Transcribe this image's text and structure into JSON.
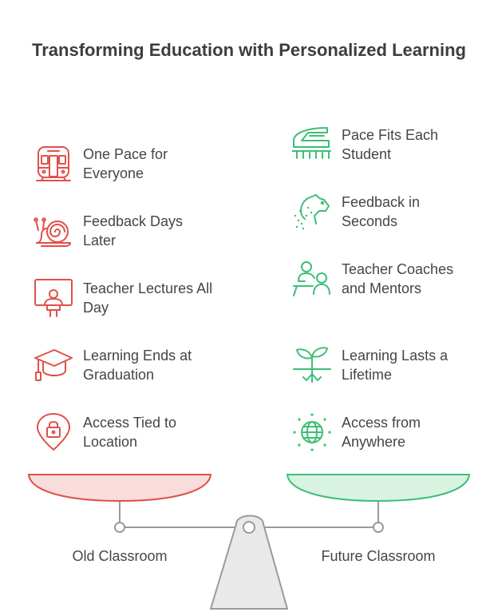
{
  "title": "Transforming Education with Personalized Learning",
  "colors": {
    "old": "#e0504a",
    "old_fill": "#f9dcdb",
    "future": "#3cbf76",
    "future_fill": "#d8f3e2",
    "fulcrum": "#e9e9e9",
    "stroke": "#9a9a9a",
    "text": "#454545"
  },
  "old_items": [
    {
      "label": "One Pace for Everyone",
      "icon": "train-icon"
    },
    {
      "label": "Feedback Days Later",
      "icon": "snail-icon"
    },
    {
      "label": "Teacher Lectures All Day",
      "icon": "lecturer-board-icon"
    },
    {
      "label": "Learning Ends at Graduation",
      "icon": "graduation-cap-icon"
    },
    {
      "label": "Access Tied to Location",
      "icon": "location-lock-icon"
    }
  ],
  "future_items": [
    {
      "label": "Pace Fits Each Student",
      "icon": "bullet-train-icon"
    },
    {
      "label": "Feedback in Seconds",
      "icon": "cheetah-icon"
    },
    {
      "label": "Teacher Coaches and Mentors",
      "icon": "mentor-icon"
    },
    {
      "label": "Learning Lasts a Lifetime",
      "icon": "sprout-icon"
    },
    {
      "label": "Access from Anywhere",
      "icon": "globe-icon"
    }
  ],
  "scale": {
    "left_label": "Old Classroom",
    "right_label": "Future Classroom"
  }
}
